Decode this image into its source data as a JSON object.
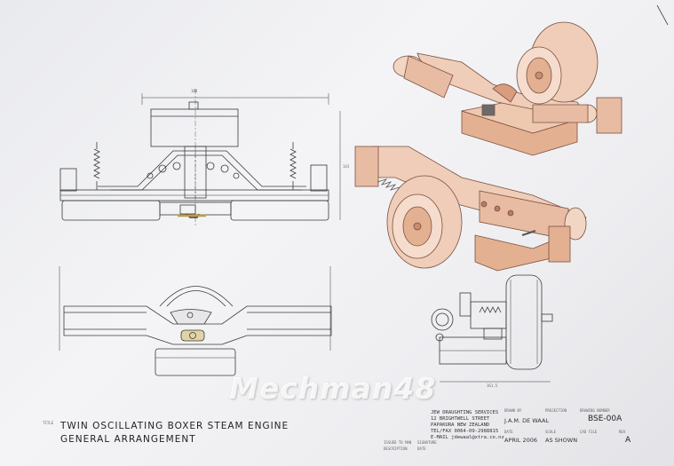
{
  "sheet": {
    "title_line1": "TWIN OSCILLATING BOXER STEAM ENGINE",
    "title_line2": "GENERAL ARRANGEMENT",
    "title_field_label": "TITLE",
    "company_lines": [
      "JEW DRAUGHTING SERVICES",
      "12 BRIGHTWELL STREET",
      "PAPAKURA NEW ZEALAND",
      "TEL/FAX 0064-09-2988815",
      "E-MAIL jdewaal@xtra.co.nz"
    ],
    "drawn_by_label": "DRAWN BY",
    "drawn_by": "J.A.M. DE WAAL",
    "projection_label": "PROJECTION",
    "drawing_number_label": "DRAWING NUMBER",
    "drawing_number": "BSE-00A",
    "date_label": "DATE",
    "date": "APRIL 2006",
    "scale_label": "SCALE",
    "scale": "AS SHOWN",
    "cad_file_label": "CAD FILE",
    "rev_label": "REV",
    "rev": "A",
    "rev_table_labels": [
      "ISSUED TO MAN",
      "DESCRIPTION",
      "SIGNATURE",
      "DATE"
    ],
    "dim_top": "180",
    "dim_right": "143",
    "dim_bottom_right": "161.5",
    "watermark": "Mechman48"
  },
  "colors": {
    "paper": "#eeeef1",
    "line": "#3a3a3a",
    "render_fill": "#efcdb8",
    "render_shade": "#d8a58a",
    "render_dark": "#b57c62",
    "base_block": "#e7b79b"
  }
}
